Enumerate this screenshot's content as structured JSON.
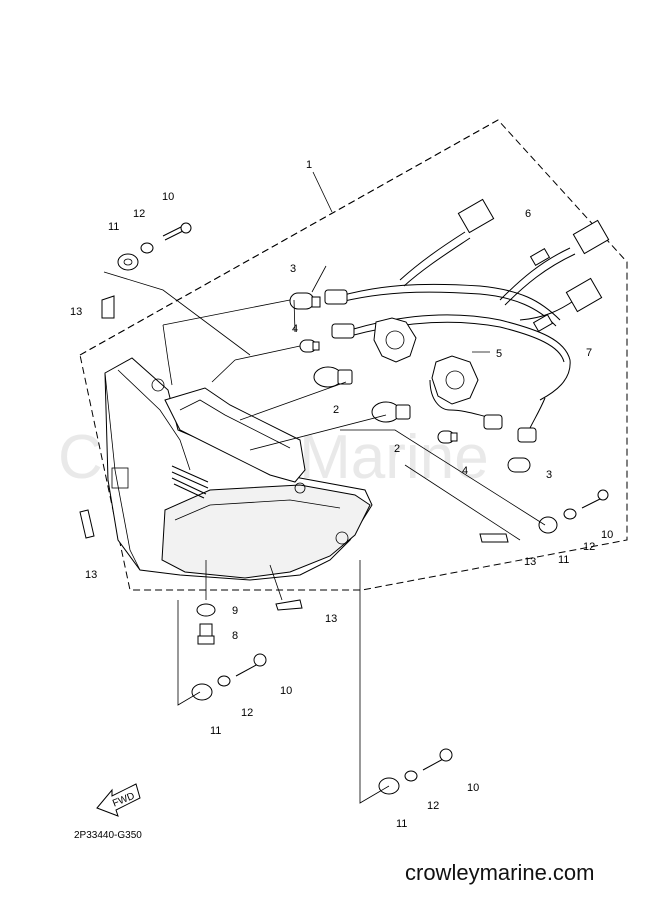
{
  "diagram": {
    "watermark": "Crowley Marine",
    "site": "crowleymarine.com",
    "drawing_code": "2P33440-G350",
    "fwd_label": "FWD",
    "callouts": [
      {
        "id": "c1",
        "text": "1"
      },
      {
        "id": "c2a",
        "text": "2"
      },
      {
        "id": "c2b",
        "text": "2"
      },
      {
        "id": "c3a",
        "text": "3"
      },
      {
        "id": "c3b",
        "text": "3"
      },
      {
        "id": "c4a",
        "text": "4"
      },
      {
        "id": "c4b",
        "text": "4"
      },
      {
        "id": "c5",
        "text": "5"
      },
      {
        "id": "c6",
        "text": "6"
      },
      {
        "id": "c7",
        "text": "7"
      },
      {
        "id": "c8",
        "text": "8"
      },
      {
        "id": "c9",
        "text": "9"
      },
      {
        "id": "c10a",
        "text": "10"
      },
      {
        "id": "c10b",
        "text": "10"
      },
      {
        "id": "c10c",
        "text": "10"
      },
      {
        "id": "c10d",
        "text": "10"
      },
      {
        "id": "c11a",
        "text": "11"
      },
      {
        "id": "c11b",
        "text": "11"
      },
      {
        "id": "c11c",
        "text": "11"
      },
      {
        "id": "c11d",
        "text": "11"
      },
      {
        "id": "c12a",
        "text": "12"
      },
      {
        "id": "c12b",
        "text": "12"
      },
      {
        "id": "c12c",
        "text": "12"
      },
      {
        "id": "c12d",
        "text": "12"
      },
      {
        "id": "c13a",
        "text": "13"
      },
      {
        "id": "c13b",
        "text": "13"
      },
      {
        "id": "c13c",
        "text": "13"
      },
      {
        "id": "c13d",
        "text": "13"
      }
    ]
  }
}
